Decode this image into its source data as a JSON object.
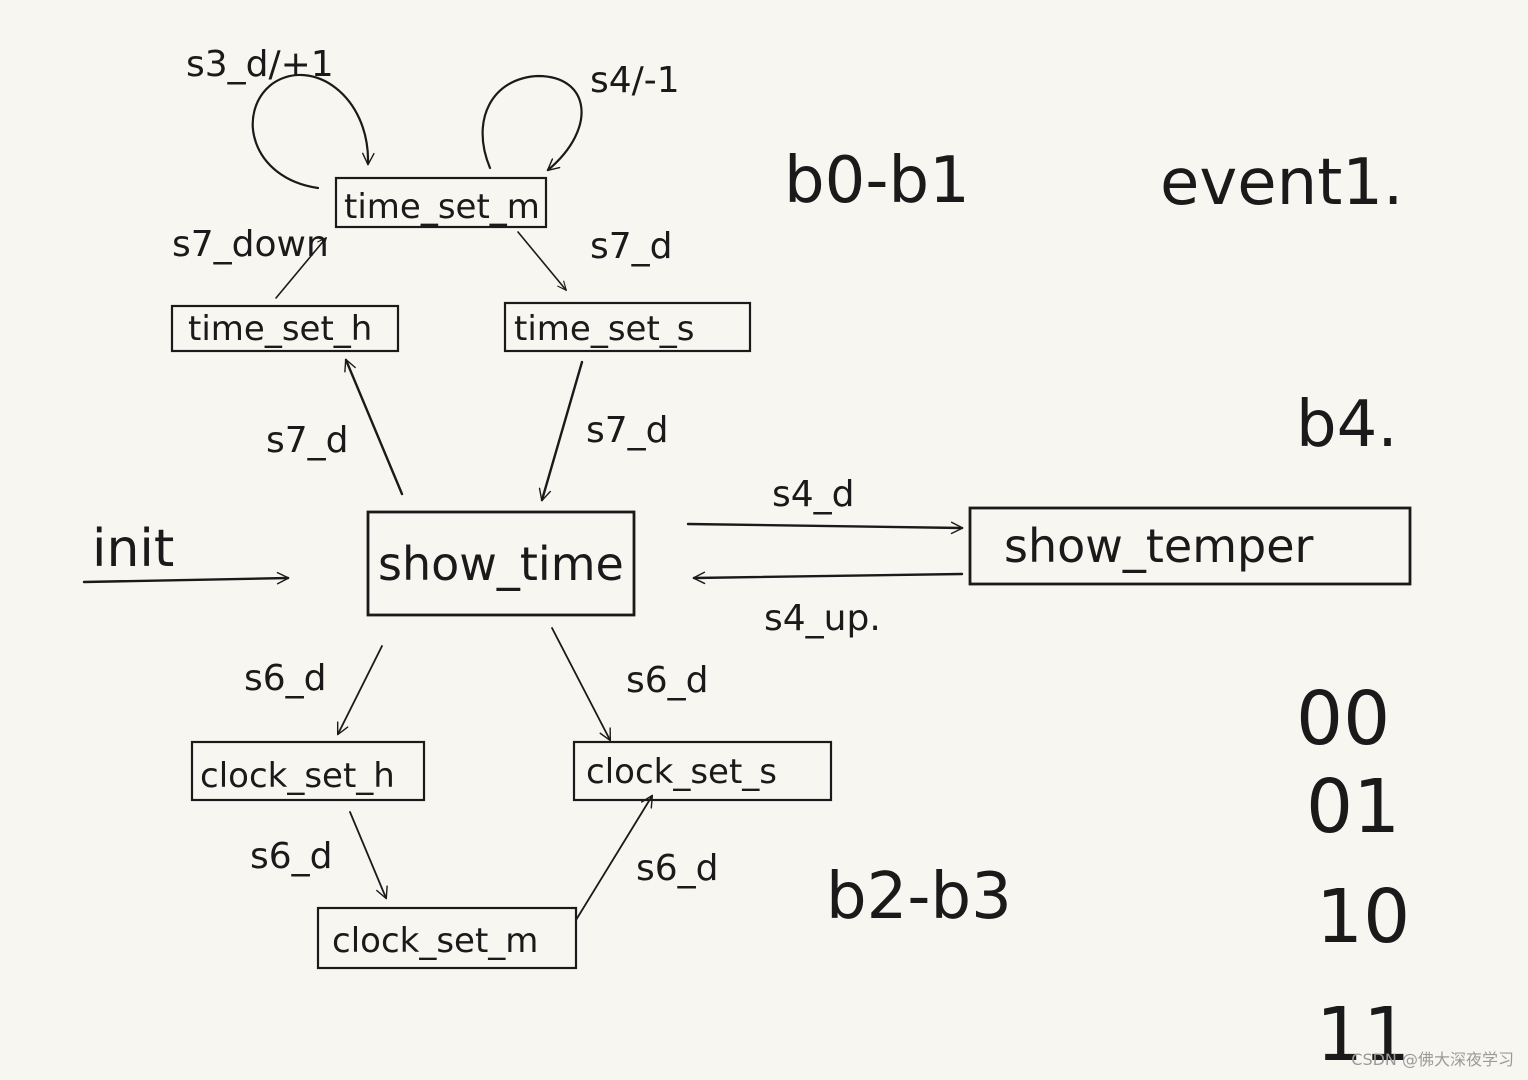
{
  "states": {
    "time_set_m": "time_set_m",
    "time_set_h": "time_set_h",
    "time_set_s": "time_set_s",
    "show_time": "show_time",
    "show_temper": "show_temper",
    "clock_set_h": "clock_set_h",
    "clock_set_s": "clock_set_s",
    "clock_set_m": "clock_set_m"
  },
  "edges": {
    "init": "init",
    "self_m_plus": "s3_d/+1",
    "self_m_minus": "s4/-1",
    "m_to_h": "s7_down",
    "m_to_s": "s7_d",
    "time_to_h": "s7_d",
    "s_to_time": "s7_d",
    "time_to_temper": "s4_d",
    "temper_to_time": "s4_up.",
    "time_to_clock_h": "s6_d",
    "time_to_clock_s": "s6_d",
    "clock_h_to_m": "s6_d",
    "clock_m_to_s": "s6_d"
  },
  "notes": {
    "bits_01": "b0-b1",
    "event": "event1.",
    "bit_4": "b4.",
    "bits_23": "b2-b3"
  },
  "codes": [
    "00",
    "01",
    "10",
    "11"
  ],
  "watermark": "CSDN @佛大深夜学习"
}
